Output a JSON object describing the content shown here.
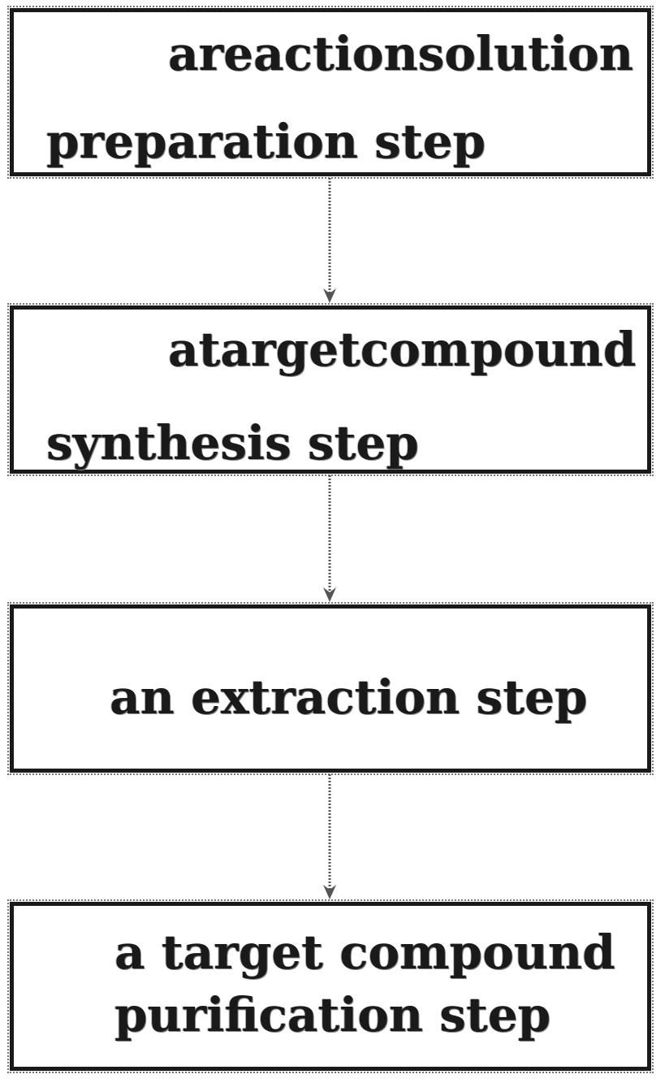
{
  "flowchart": {
    "steps": [
      {
        "line1_words": [
          "a",
          "reaction",
          "solution"
        ],
        "line2": "preparation step"
      },
      {
        "line1_words": [
          "a",
          "target",
          "compound"
        ],
        "line2": "synthesis step"
      },
      {
        "line1": "an extraction step"
      },
      {
        "line1": "a target compound",
        "line2": "purification step"
      }
    ],
    "colors": {
      "border": "#1a1a1a",
      "text": "#1a1a1a",
      "arrow": "#555555"
    }
  }
}
